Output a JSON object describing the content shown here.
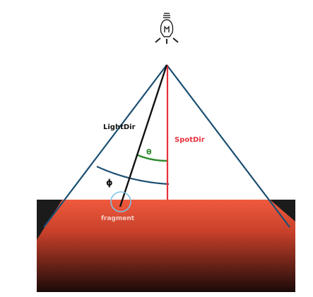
{
  "labels": {
    "light_dir": "LightDir",
    "spot_dir": "SpotDir",
    "theta": "θ",
    "phi": "ϕ",
    "fragment": "fragment"
  },
  "colors": {
    "cone_edge": "#1b4f72",
    "light_dir_line": "#111111",
    "spot_dir_line": "#e8303c",
    "theta_arc": "#2e8b2e",
    "phi_arc": "#1b4f72",
    "fragment_circle": "#7fc3e6",
    "surface_top": "#f05a3e",
    "surface_bottom": "#1a0a08",
    "dark_corner": "#1b1b1b",
    "fragment_label": "#f4d0c8",
    "spot_label": "#e8303c",
    "theta_label": "#2e8b2e"
  },
  "icons": {
    "light_source": "light-bulb-icon"
  }
}
